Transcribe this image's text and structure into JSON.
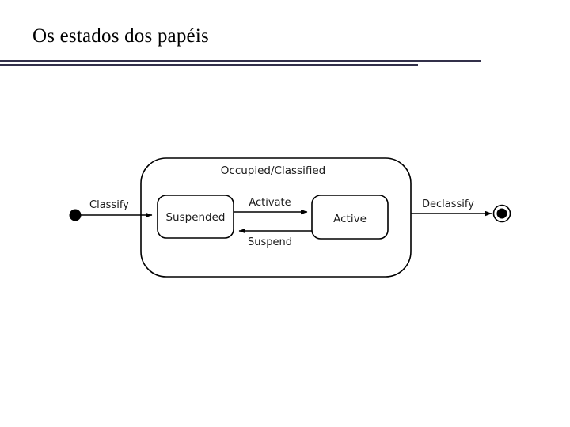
{
  "slide": {
    "title": "Os estados dos papéis",
    "background_color": "#ffffff",
    "rule_color": "#32304a"
  },
  "diagram": {
    "type": "uml-state-machine",
    "composite_state": {
      "label": "Occupied/Classified"
    },
    "states": [
      {
        "id": "suspended",
        "label": "Suspended"
      },
      {
        "id": "active",
        "label": "Active"
      }
    ],
    "pseudostates": [
      {
        "id": "initial",
        "kind": "initial"
      },
      {
        "id": "final",
        "kind": "final"
      }
    ],
    "transitions": [
      {
        "id": "t-classify",
        "label": "Classify",
        "from": "initial",
        "to": "suspended",
        "direction": "right"
      },
      {
        "id": "t-activate",
        "label": "Activate",
        "from": "suspended",
        "to": "active",
        "direction": "right"
      },
      {
        "id": "t-suspend",
        "label": "Suspend",
        "from": "active",
        "to": "suspended",
        "direction": "left"
      },
      {
        "id": "t-declassify",
        "label": "Declassify",
        "from": "composite",
        "to": "final",
        "direction": "right"
      }
    ]
  }
}
